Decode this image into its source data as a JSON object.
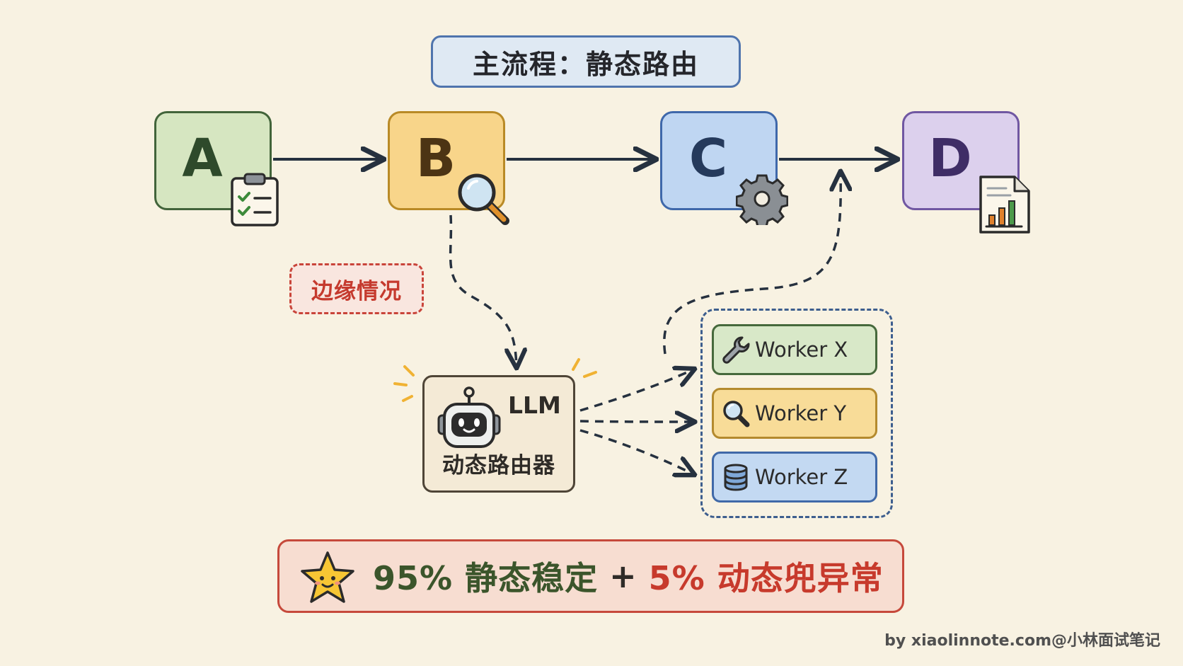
{
  "title": "主流程：静态路由",
  "nodes": {
    "a": {
      "label": "A",
      "icon": "clipboard-checklist-icon"
    },
    "b": {
      "label": "B",
      "icon": "magnifier-icon"
    },
    "c": {
      "label": "C",
      "icon": "gear-icon"
    },
    "d": {
      "label": "D",
      "icon": "report-chart-icon"
    }
  },
  "edge_label": "边缘情况",
  "router": {
    "line1": "LLM",
    "line2": "动态路由器",
    "icon": "robot-icon"
  },
  "workers": [
    {
      "label": "Worker X",
      "icon": "wrench-icon"
    },
    {
      "label": "Worker Y",
      "icon": "magnifier-icon"
    },
    {
      "label": "Worker Z",
      "icon": "database-icon"
    }
  ],
  "summary": {
    "icon": "star-icon",
    "static_part": "95% 静态稳定",
    "plus": "+",
    "dynamic_part": "5% 动态兜异常"
  },
  "credit": "by xiaolinnote.com@小林面试笔记",
  "colors": {
    "background": "#f8f2e2",
    "node_a": "#d6e6c1",
    "node_b": "#f8d58a",
    "node_c": "#bfd6f2",
    "node_d": "#dcd0ed",
    "accent_red": "#c73a2c",
    "accent_green": "#3b552b",
    "line": "#26313f"
  }
}
